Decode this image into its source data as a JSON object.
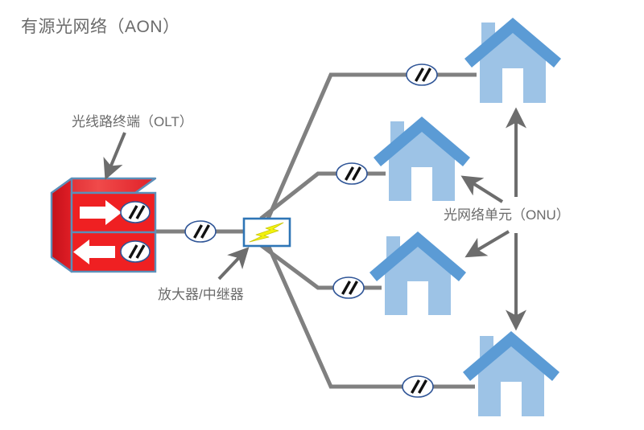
{
  "diagram": {
    "title": "有源光网络（AON）",
    "type": "network-topology",
    "background_color": "#ffffff"
  },
  "labels": {
    "title": "有源光网络（AON）",
    "olt": "光线路终端（OLT）",
    "amplifier": "放大器/中继器",
    "onu": "光网络单元（ONU）"
  },
  "colors": {
    "text": "#6b6b6b",
    "line": "#808080",
    "arrow": "#6d6d6d",
    "device_red_front": "#ef2022",
    "device_red_top": "#e8343c",
    "device_red_side": "#c1121a",
    "device_outline": "#5b8fb9",
    "house_body": "#9dc3e6",
    "house_roof": "#5b9bd5",
    "amp_border": "#2e75b6",
    "amp_fill": "#ffffff",
    "bolt": "#f2f20d",
    "connector_fill": "#ffffff",
    "connector_stroke": "#2f5597",
    "connector_slash": "#111111"
  },
  "nodes": {
    "olt": {
      "name": "光线路终端（OLT）",
      "kind": "optical-line-terminal",
      "ports": [
        {
          "direction": "downstream",
          "arrow": "right"
        },
        {
          "direction": "upstream",
          "arrow": "left"
        }
      ]
    },
    "amplifier": {
      "name": "放大器/中继器",
      "kind": "amplifier-repeater",
      "icon": "lightning-bolt-icon"
    },
    "onus": [
      {
        "id": 1,
        "name": "光网络单元（ONU）",
        "kind": "optical-network-unit"
      },
      {
        "id": 2,
        "name": "光网络单元（ONU）",
        "kind": "optical-network-unit"
      },
      {
        "id": 3,
        "name": "光网络单元（ONU）",
        "kind": "optical-network-unit"
      },
      {
        "id": 4,
        "name": "光网络单元（ONU）",
        "kind": "optical-network-unit"
      }
    ]
  },
  "links": [
    {
      "from": "olt",
      "to": "amplifier",
      "marker": "fiber-connector-icon"
    },
    {
      "from": "amplifier",
      "to": "onu-1",
      "marker": "fiber-connector-icon"
    },
    {
      "from": "amplifier",
      "to": "onu-2",
      "marker": "fiber-connector-icon"
    },
    {
      "from": "amplifier",
      "to": "onu-3",
      "marker": "fiber-connector-icon"
    },
    {
      "from": "amplifier",
      "to": "onu-4",
      "marker": "fiber-connector-icon"
    }
  ],
  "callouts": [
    {
      "label": "光线路终端（OLT）",
      "points_to": "olt",
      "arrow_direction": "down-right"
    },
    {
      "label": "放大器/中继器",
      "points_to": "amplifier",
      "arrow_direction": "up-right"
    },
    {
      "label": "光网络单元（ONU）",
      "points_to": "onu-1",
      "arrow_direction": "up"
    },
    {
      "label": "光网络单元（ONU）",
      "points_to": "onu-2",
      "arrow_direction": "up-left"
    },
    {
      "label": "光网络单元（ONU）",
      "points_to": "onu-3",
      "arrow_direction": "down-left"
    },
    {
      "label": "光网络单元（ONU）",
      "points_to": "onu-4",
      "arrow_direction": "down"
    }
  ]
}
